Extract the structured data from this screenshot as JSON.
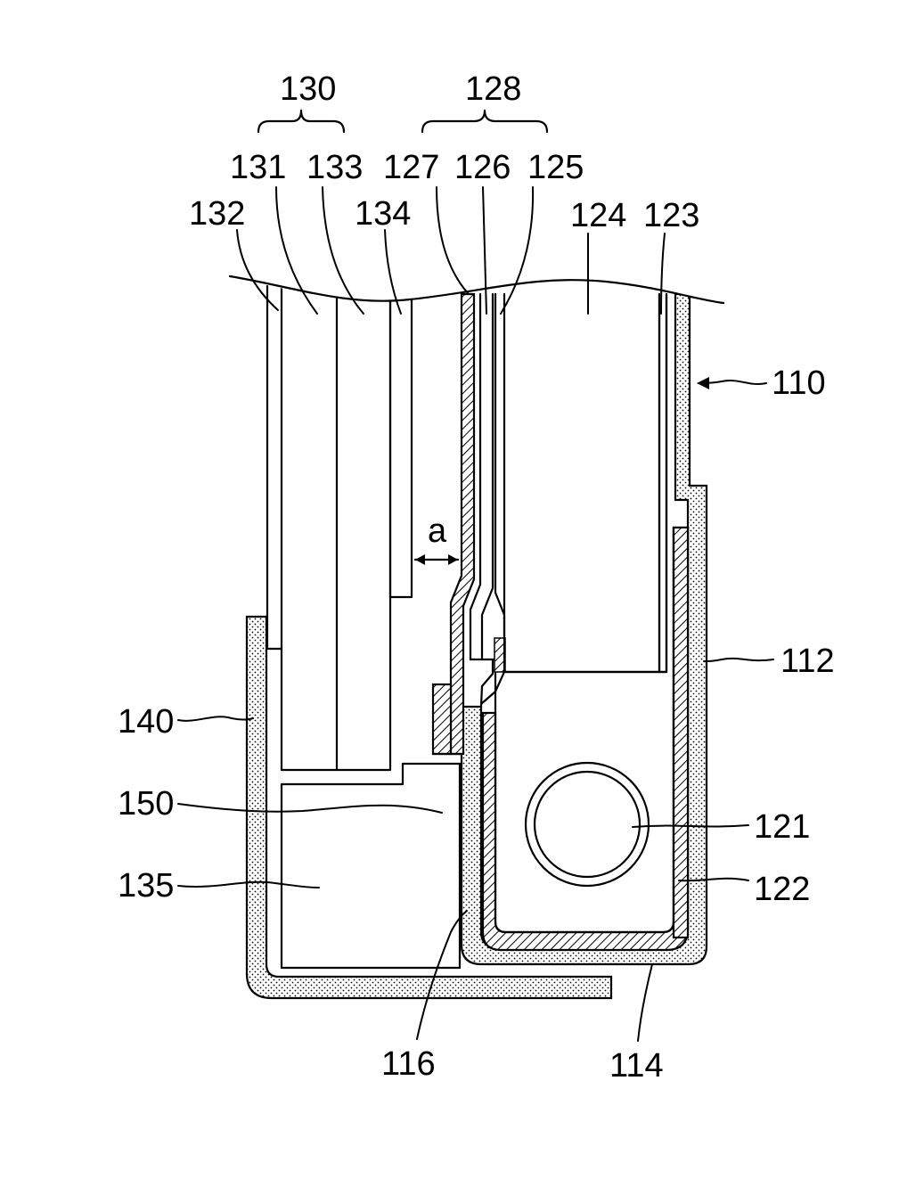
{
  "colors": {
    "line": "#000000",
    "background": "#ffffff",
    "dotted_fill": "#e6e6e6"
  },
  "labels": {
    "l130": "130",
    "l128": "128",
    "l131": "131",
    "l133": "133",
    "l127": "127",
    "l126": "126",
    "l125": "125",
    "l132": "132",
    "l134": "134",
    "l124": "124",
    "l123": "123",
    "l110": "110",
    "la": "a",
    "l112": "112",
    "l140": "140",
    "l150": "150",
    "l121": "121",
    "l135": "135",
    "l122": "122",
    "l116": "116",
    "l114": "114"
  }
}
